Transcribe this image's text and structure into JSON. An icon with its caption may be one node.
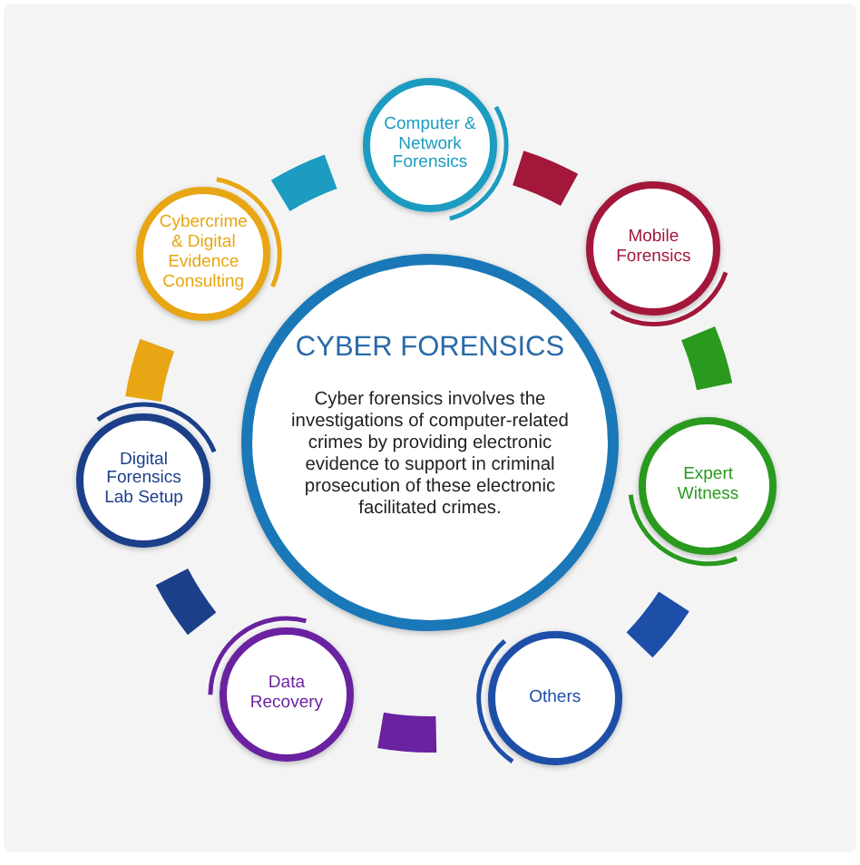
{
  "diagram": {
    "nodes": [
      {
        "text": [
          "CYBER FORENSICS",
          "Cyber forensics involves the investigations of computer-related crimes by providing electronic evidence to support in criminal prosecution of these electronic facilitated crimes."
        ]
      },
      {
        "text": [
          "Computer & Network Forensics"
        ]
      },
      {
        "text": [
          "Mobile Forensics"
        ]
      },
      {
        "text": [
          "Expert Witness"
        ]
      },
      {
        "text": [
          "Others"
        ]
      },
      {
        "text": [
          "Data Recovery"
        ]
      },
      {
        "text": [
          "Digital Forensics Lab Setup"
        ]
      },
      {
        "text": [
          "Cybercrime & Digital Evidence Consulting"
        ]
      }
    ]
  }
}
